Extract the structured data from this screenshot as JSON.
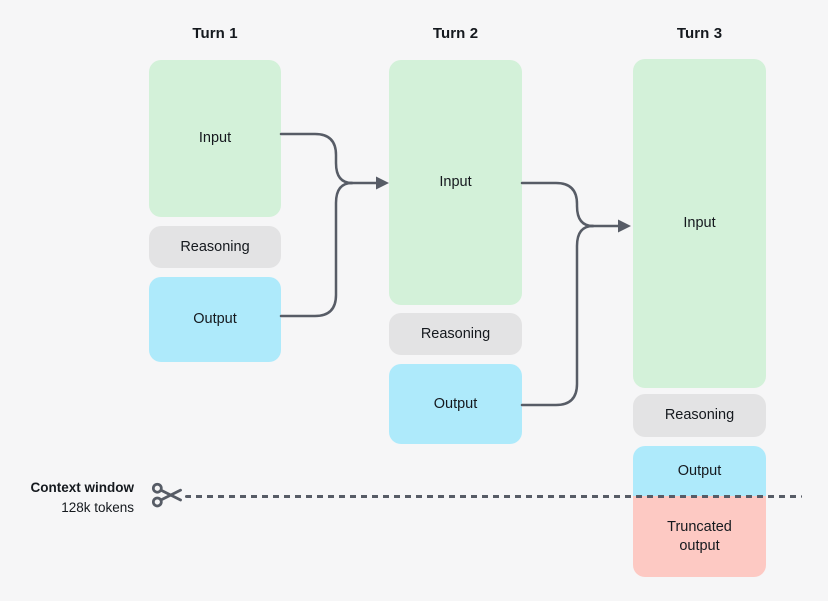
{
  "turns": [
    {
      "label": "Turn 1",
      "boxes": [
        {
          "name": "input",
          "label": "Input"
        },
        {
          "name": "reasoning",
          "label": "Reasoning"
        },
        {
          "name": "output",
          "label": "Output"
        }
      ]
    },
    {
      "label": "Turn 2",
      "boxes": [
        {
          "name": "input",
          "label": "Input"
        },
        {
          "name": "reasoning",
          "label": "Reasoning"
        },
        {
          "name": "output",
          "label": "Output"
        }
      ]
    },
    {
      "label": "Turn 3",
      "boxes": [
        {
          "name": "input",
          "label": "Input"
        },
        {
          "name": "reasoning",
          "label": "Reasoning"
        },
        {
          "name": "output",
          "label": "Output"
        },
        {
          "name": "truncated-output",
          "label": "Truncated output"
        }
      ]
    }
  ],
  "context_window": {
    "title": "Context window",
    "subtitle": "128k tokens"
  },
  "icons": {
    "scissors": "scissors-icon"
  },
  "colors": {
    "input_fill": "#d3f1d9",
    "reasoning_fill": "#e3e3e4",
    "output_fill": "#aeeafb",
    "truncated_fill": "#fdc9c3",
    "connector": "#575c66",
    "background": "#f6f6f7",
    "text": "#15191e"
  }
}
